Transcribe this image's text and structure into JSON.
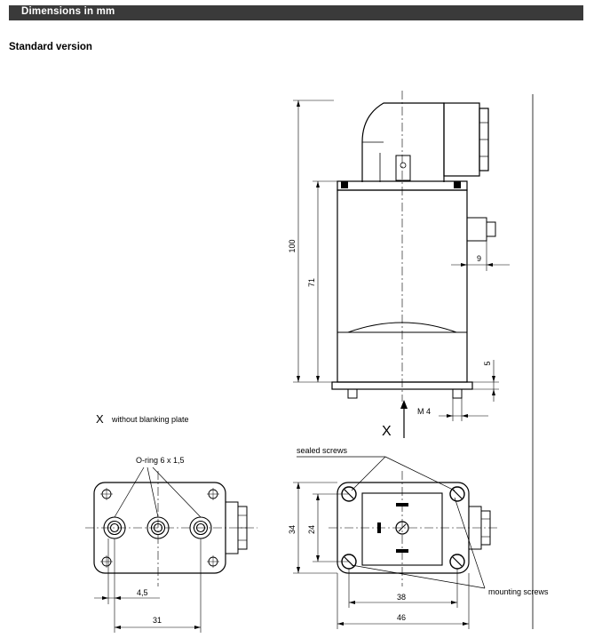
{
  "header": {
    "title": "Dimensions in mm"
  },
  "subtitle": "Standard version",
  "side_view": {
    "dim_height_total": "100",
    "dim_height_body": "71",
    "dim_connector": "9",
    "dim_base": "5",
    "dim_thread": "M 4",
    "view_marker": "X"
  },
  "bottom_view": {
    "marker": "X",
    "caption": "without blanking plate",
    "oring_label": "O-ring 6 x 1,5",
    "dim_pitch": "4,5",
    "dim_width": "31"
  },
  "top_view": {
    "sealed_label": "sealed screws",
    "mounting_label": "mounting screws",
    "dim_height_outer": "34",
    "dim_height_inner": "24",
    "dim_inner_width": "38",
    "dim_outer_width": "46"
  }
}
